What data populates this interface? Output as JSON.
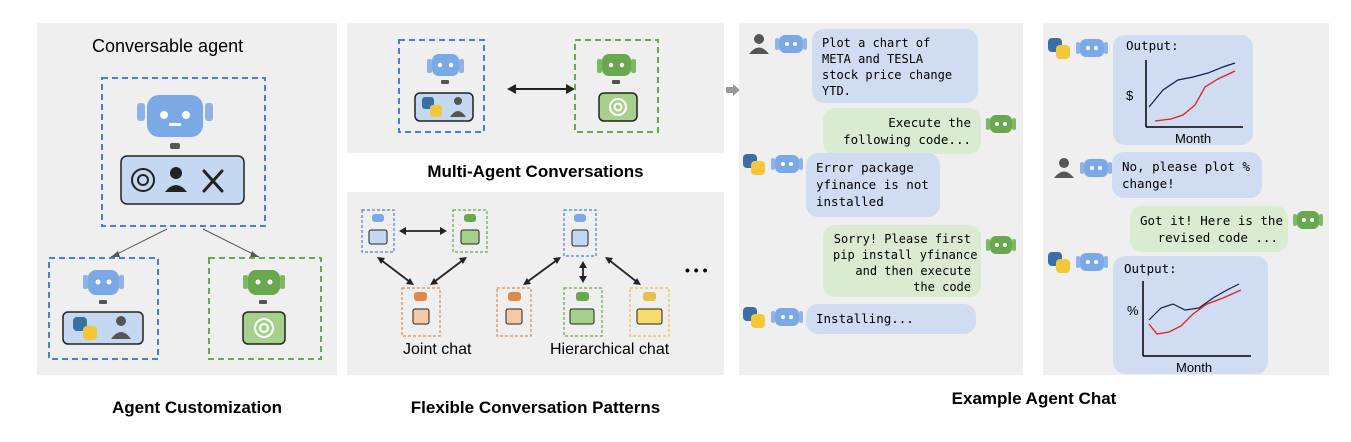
{
  "panels": {
    "customization": {
      "heading": "Conversable agent",
      "caption": "Agent Customization"
    },
    "multi_agent": {
      "caption": "Multi-Agent Conversations"
    },
    "patterns": {
      "joint_label": "Joint chat",
      "hier_label": "Hierarchical chat",
      "dots": "• • •",
      "caption": "Flexible Conversation Patterns"
    },
    "example": {
      "caption": "Example Agent Chat"
    }
  },
  "chat_left": [
    {
      "text": "Plot a chart of\nMETA and TESLA\nstock price change\nYTD."
    },
    {
      "text": "Execute the\nfollowing code..."
    },
    {
      "text": "Error package\nyfinance is not\ninstalled"
    },
    {
      "text": "Sorry! Please first\npip install yfinance\nand then execute\nthe code"
    },
    {
      "text": "Installing..."
    }
  ],
  "chat_right": [
    {
      "text": "Output:"
    },
    {
      "text": "No, please plot %\nchange!"
    },
    {
      "text": "Got it! Here is the\nrevised code ..."
    },
    {
      "text": "Output:"
    }
  ],
  "charts": {
    "first": {
      "ylabel": "$",
      "xlabel": "Month"
    },
    "second": {
      "ylabel": "%",
      "xlabel": "Month"
    }
  },
  "icons": {
    "robot_blue": "#7aa9e6",
    "robot_green": "#6aa84f",
    "robot_orange": "#e08a4a",
    "robot_yellow": "#e5c04a",
    "python_blue": "#3a6ea5",
    "python_yellow": "#f2c838"
  }
}
